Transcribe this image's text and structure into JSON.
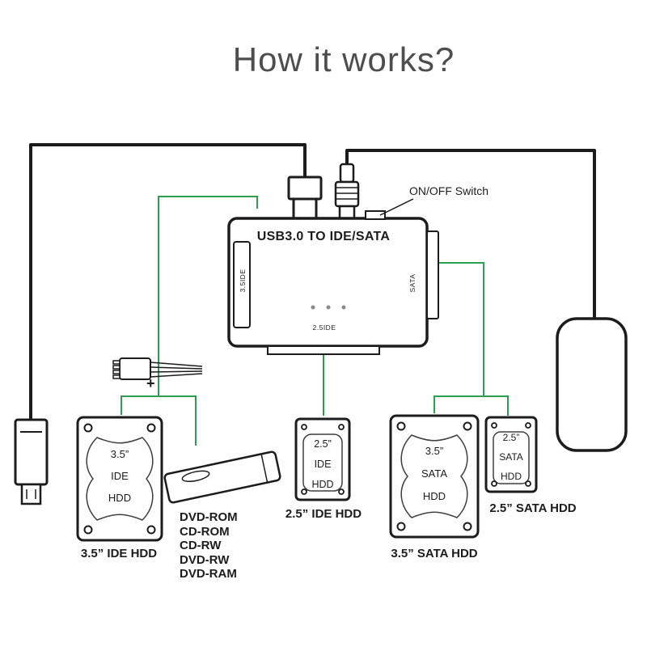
{
  "title": "How it works?",
  "colors": {
    "ink": "#1c1c1c",
    "green": "#2f9e4f",
    "title_gray": "#4d4d4d"
  },
  "adapter": {
    "label": "USB3.0 TO IDE/SATA",
    "ports": {
      "ide35": "3.5IDE",
      "sata": "SATA",
      "ide25": "2.5IDE"
    },
    "switch_label": "ON/OFF Switch"
  },
  "power": {
    "plus_sign": "+"
  },
  "devices": {
    "ide35": {
      "line1": "3.5”",
      "line2": "IDE",
      "line3": "HDD",
      "caption": "3.5”  IDE HDD"
    },
    "ide25": {
      "line1": "2.5”",
      "line2": "IDE",
      "line3": "HDD",
      "caption": "2.5”  IDE HDD"
    },
    "sata35": {
      "line1": "3.5”",
      "line2": "SATA",
      "line3": "HDD",
      "caption": "3.5”  SATA HDD"
    },
    "sata25": {
      "line1": "2.5”",
      "line2": "SATA",
      "line3": "HDD",
      "caption": "2.5”  SATA HDD"
    },
    "optical": {
      "caption_lines": [
        "DVD-ROM",
        "CD-ROM",
        "CD-RW",
        "DVD-RW",
        "DVD-RAM"
      ]
    }
  }
}
